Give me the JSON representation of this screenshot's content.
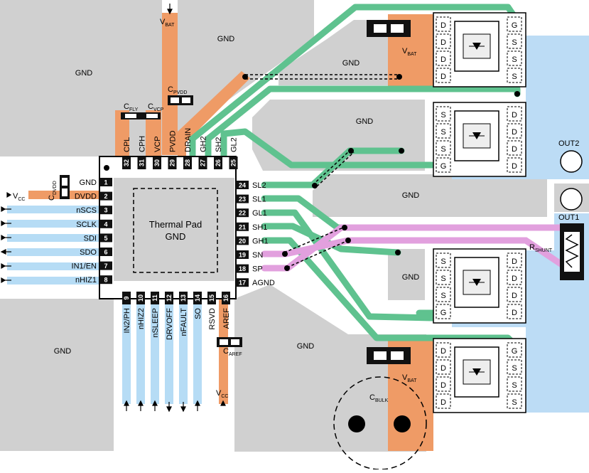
{
  "colors": {
    "gnd": "#d0d0d0",
    "vbat": "#ef9b66",
    "gate": "#5fc28f",
    "sense": "#e2a0de",
    "logic": "#b6dcf5",
    "out": "#bcdcf5",
    "chip": "#ffffff",
    "pin": "#111111"
  },
  "labels": {
    "gnd": "GND",
    "thermal_pad_line1": "Thermal Pad",
    "thermal_pad_line2": "GND",
    "vbat_main": "V",
    "vbat_sub": "BAT",
    "vcc_main": "V",
    "vcc_sub": "CC",
    "out1": "OUT1",
    "out2": "OUT2",
    "rshunt_main": "R",
    "rshunt_sub": "SHUNT",
    "cbulk_main": "C",
    "cbulk_sub": "BULK",
    "cfly_main": "C",
    "cfly_sub": "FLY",
    "cvcp_main": "C",
    "cvcp_sub": "VCP",
    "cpvdd_main": "C",
    "cpvdd_sub": "PVDD",
    "cdvdd_main": "C",
    "cdvdd_sub": "DVDD",
    "caref_main": "C",
    "caref_sub": "AREF",
    "mosfet_d": "D",
    "mosfet_s": "S",
    "mosfet_g": "G"
  },
  "pins_left": [
    {
      "num": "1",
      "name": "GND"
    },
    {
      "num": "2",
      "name": "DVDD"
    },
    {
      "num": "3",
      "name": "nSCS"
    },
    {
      "num": "4",
      "name": "SCLK"
    },
    {
      "num": "5",
      "name": "SDI"
    },
    {
      "num": "6",
      "name": "SDO"
    },
    {
      "num": "7",
      "name": "IN1/EN"
    },
    {
      "num": "8",
      "name": "nHIZ1"
    }
  ],
  "pins_bottom": [
    {
      "num": "9",
      "name": "IN2/PH"
    },
    {
      "num": "10",
      "name": "nHIZ2"
    },
    {
      "num": "11",
      "name": "nSLEEP"
    },
    {
      "num": "12",
      "name": "DRVOFF"
    },
    {
      "num": "13",
      "name": "nFAULT"
    },
    {
      "num": "14",
      "name": "SO"
    },
    {
      "num": "15",
      "name": "RSVD"
    },
    {
      "num": "16",
      "name": "AREF"
    }
  ],
  "pins_right": [
    {
      "num": "24",
      "name": "SL2"
    },
    {
      "num": "23",
      "name": "SL1"
    },
    {
      "num": "22",
      "name": "GL1"
    },
    {
      "num": "21",
      "name": "SH1"
    },
    {
      "num": "20",
      "name": "GH1"
    },
    {
      "num": "19",
      "name": "SN"
    },
    {
      "num": "18",
      "name": "SP"
    },
    {
      "num": "17",
      "name": "AGND"
    }
  ],
  "pins_top": [
    {
      "num": "32",
      "name": "CPL"
    },
    {
      "num": "31",
      "name": "CPH"
    },
    {
      "num": "30",
      "name": "VCP"
    },
    {
      "num": "29",
      "name": "PVDD"
    },
    {
      "num": "28",
      "name": "DRAIN"
    },
    {
      "num": "27",
      "name": "GH2"
    },
    {
      "num": "26",
      "name": "SH2"
    },
    {
      "num": "25",
      "name": "GL2"
    }
  ]
}
